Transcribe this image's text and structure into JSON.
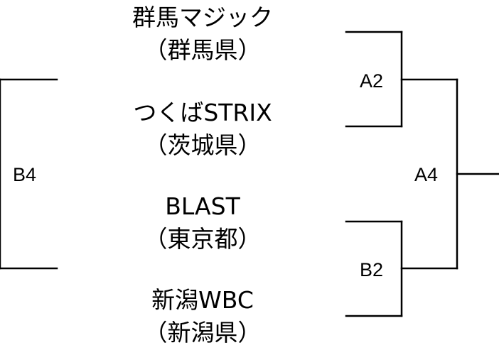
{
  "teams": [
    {
      "name": "群馬マジック",
      "prefecture": "（群馬県）"
    },
    {
      "name": "つくばSTRIX",
      "prefecture": "（茨城県）"
    },
    {
      "name": "BLAST",
      "prefecture": "（東京都）"
    },
    {
      "name": "新潟WBC",
      "prefecture": "（新潟県）"
    }
  ],
  "seeds": {
    "left_bracket": "B4",
    "upper_right": "A2",
    "lower_right": "B2",
    "final_right": "A4"
  }
}
